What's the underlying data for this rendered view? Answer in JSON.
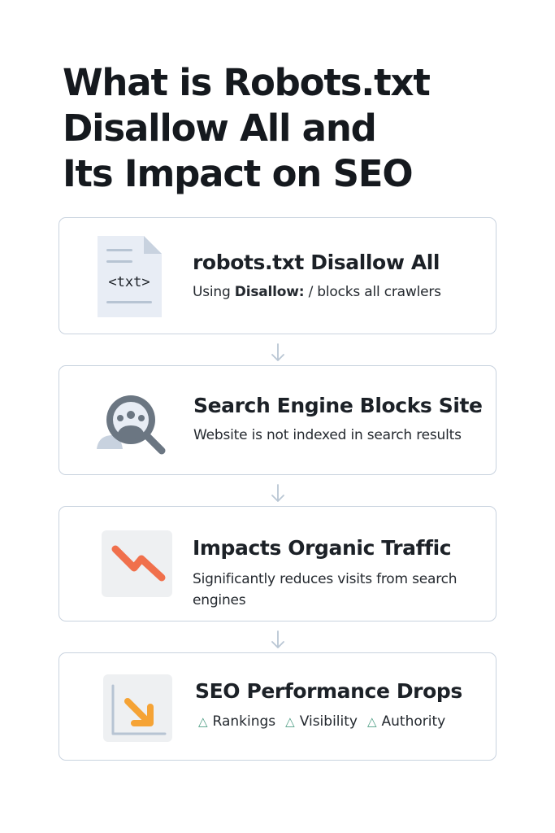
{
  "title_lines": [
    "What is Robots.txt",
    "Disallow All and",
    "Its Impact on SEO"
  ],
  "steps": [
    {
      "heading": "robots.txt Disallow All",
      "desc_prefix": "Using ",
      "desc_bold": "Disallow:",
      "desc_suffix": " /  blocks all crawlers",
      "icon": "text-file-icon",
      "icon_text": "<txt>"
    },
    {
      "heading": "Search Engine Blocks Site",
      "desc": "Website is not indexed in search results",
      "icon": "search-user-icon"
    },
    {
      "heading": "Impacts Organic Traffic",
      "desc": "Significantly reduces visits from search engines",
      "icon": "trend-down-icon"
    },
    {
      "heading": "SEO Performance Drops",
      "icon": "chart-down-arrow-icon",
      "tags": [
        "Rankings",
        "Visibility",
        "Authority"
      ],
      "tag_icon": "triangle-up-icon"
    }
  ],
  "colors": {
    "border": "#c9d3df",
    "arrow": "#b9c6d4",
    "trend_line": "#f0704c",
    "down_arrow": "#f5a335",
    "tag_triangle": "#4e9e84",
    "search_icon": "#6b7682"
  }
}
